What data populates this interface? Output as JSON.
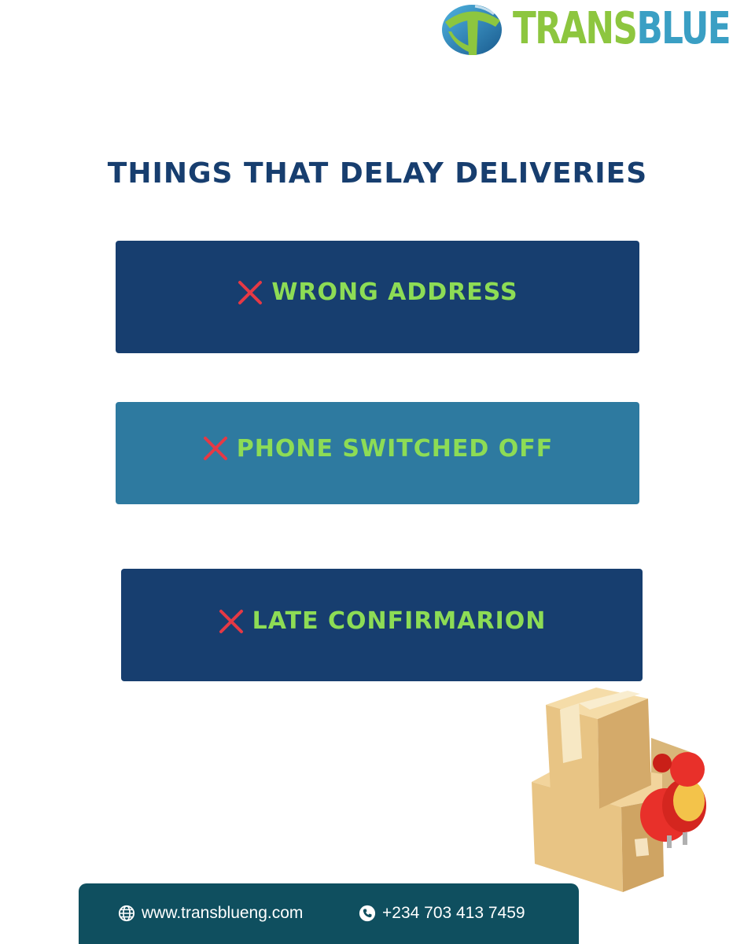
{
  "brand": {
    "name_part1": "TRANS",
    "name_part2": "BLUE",
    "colors": {
      "green": "#8dc63f",
      "blue": "#3a9fc4",
      "navy": "#173e6f"
    }
  },
  "title": "THINGS THAT DELAY DELIVERIES",
  "items": [
    {
      "label": "WRONG ADDRESS",
      "icon": "x-icon"
    },
    {
      "label": "PHONE SWITCHED OFF",
      "icon": "x-icon"
    },
    {
      "label": "LATE CONFIRMARION",
      "icon": "x-icon"
    }
  ],
  "footer": {
    "website": "www.transblueng.com",
    "website_icon": "globe-icon",
    "phone": "+234 703 413 7459",
    "phone_icon": "phone-icon"
  },
  "colors": {
    "card_dark": "#173e6f",
    "card_light": "#2e7aa0",
    "label_green": "#8ddc55",
    "x_red": "#e53945",
    "footer_bg": "#0f4f5f"
  }
}
